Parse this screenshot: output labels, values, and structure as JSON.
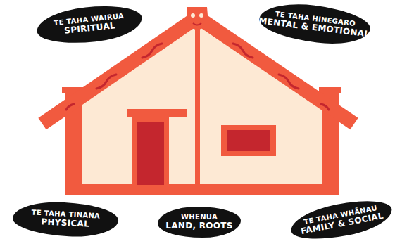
{
  "diagram": {
    "nodes": [
      {
        "text": [
          "TE TAHA WAIRUA",
          "SPIRITUAL"
        ]
      },
      {
        "text": [
          "TE TAHA HINEGARO",
          "MENTAL & EMOTIONAL"
        ]
      },
      {
        "text": [
          "TE TAHA TINANA",
          "PHYSICAL"
        ]
      },
      {
        "text": [
          "WHENUA",
          "LAND, ROOTS"
        ]
      },
      {
        "text": [
          "TE TAHA WHĀNAU",
          "FAMILY & SOCIAL"
        ]
      }
    ]
  }
}
